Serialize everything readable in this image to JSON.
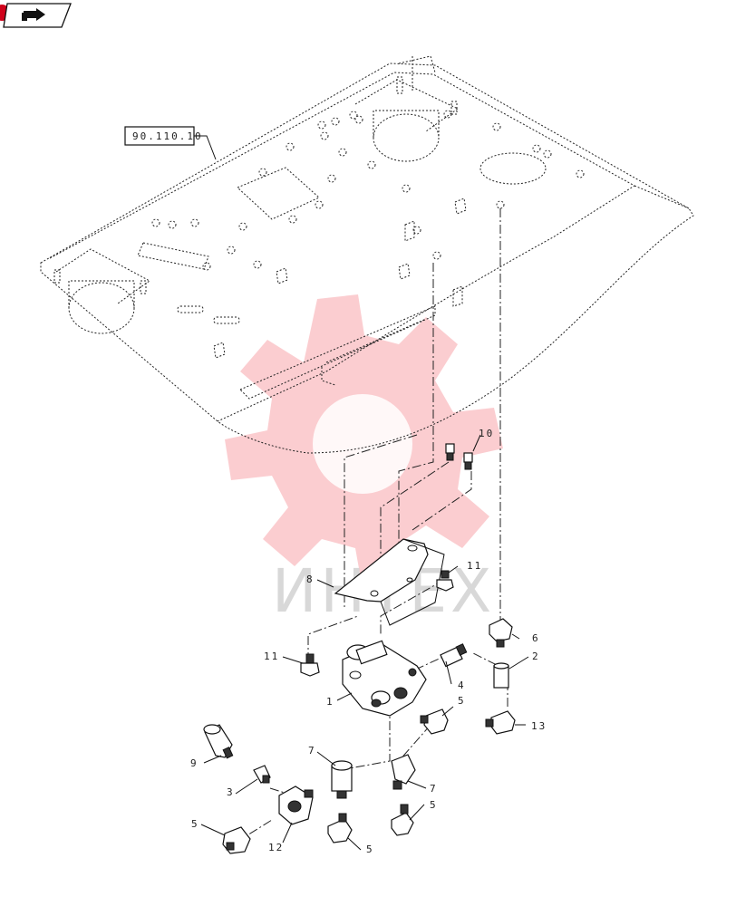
{
  "nav": {
    "back_icon": "return-arrow-icon"
  },
  "ref_box": {
    "label": "90.110.10"
  },
  "callouts": {
    "c1": "1",
    "c2": "2",
    "c3": "3",
    "c4": "4",
    "c5a": "5",
    "c5b": "5",
    "c5c": "5",
    "c5d": "5",
    "c6": "6",
    "c7a": "7",
    "c7b": "7",
    "c8": "8",
    "c9": "9",
    "c10": "10",
    "c11a": "11",
    "c11b": "11",
    "c12": "12",
    "c13": "13"
  },
  "watermark": {
    "text": "ИНТЕХ",
    "logo": "gear-logo-icon"
  }
}
